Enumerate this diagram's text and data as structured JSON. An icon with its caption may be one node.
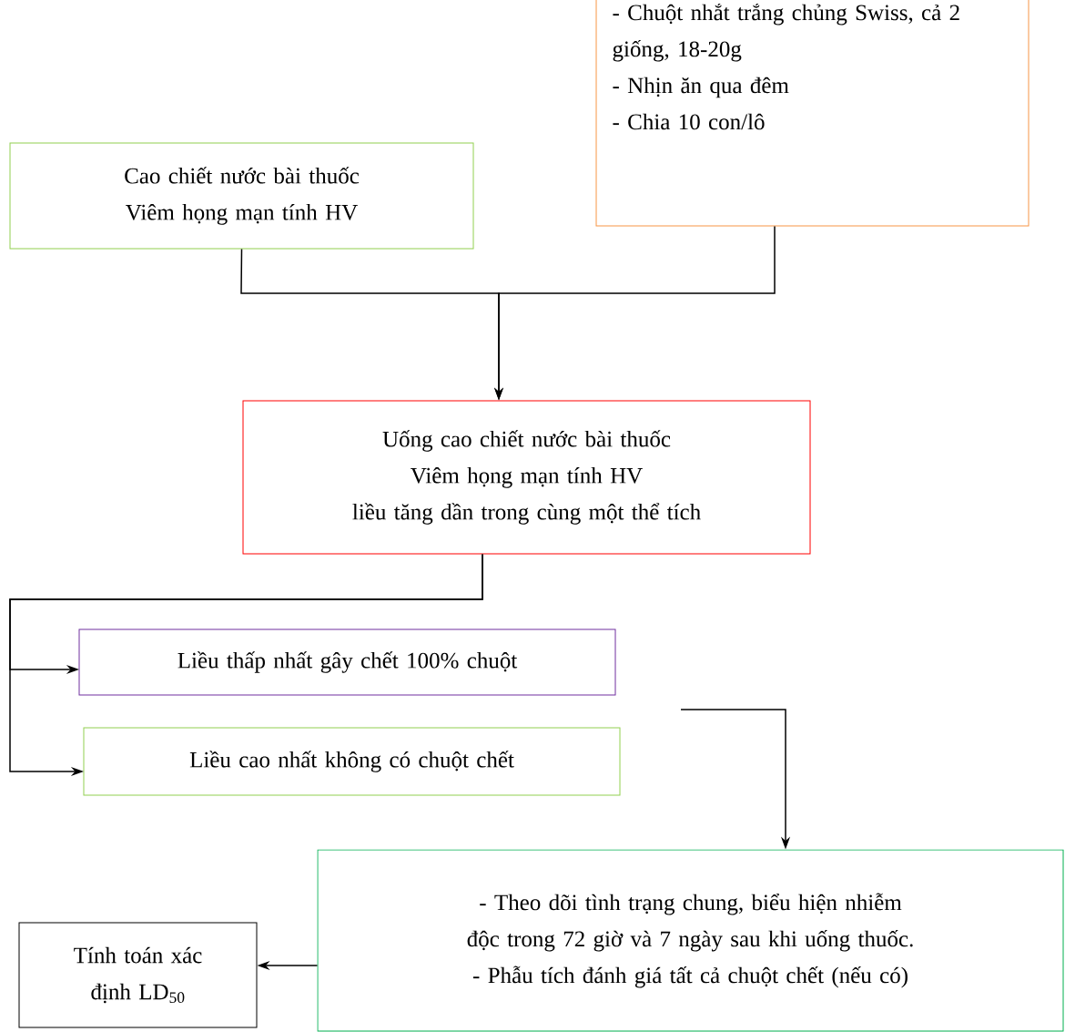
{
  "diagram": {
    "nodes": [
      {
        "text": [
          "Cao chiết nước bài thuốc Viêm họng mạn tính HV"
        ]
      },
      {
        "text": [
          "- Chuột nhắt trắng chủng Swiss, cả 2 giống, 18-20g",
          "- Nhịn ăn qua đêm",
          "- Chia 10 con/lô"
        ]
      },
      {
        "text": [
          "Uống cao chiết nước bài thuốc Viêm họng mạn tính HV",
          "liều tăng dần trong cùng một thể tích"
        ]
      },
      {
        "text": [
          "Liều thấp nhất gây chết 100% chuột"
        ]
      },
      {
        "text": [
          "Liều cao nhất không có chuột chết"
        ]
      },
      {
        "text": [
          "- Theo dõi tình trạng chung, biểu hiện nhiễm độc trong 72 giờ và 7 ngày sau khi uống thuốc.",
          "- Phẫu tích đánh giá tất cả chuột chết (nếu có)"
        ]
      },
      {
        "text": [
          "Tính toán xác định LD$_{50}$"
        ]
      }
    ],
    "edges": [
      {
        "from": 0,
        "to": 2,
        "arrow": "to"
      },
      {
        "from": 1,
        "to": 2,
        "arrow": "to"
      },
      {
        "from": 2,
        "to": 3,
        "arrow": "to"
      },
      {
        "from": 2,
        "to": 4,
        "arrow": "to"
      },
      {
        "from": null,
        "to": 5,
        "arrow": "to"
      },
      {
        "from": 5,
        "to": 6,
        "arrow": "to"
      }
    ]
  }
}
